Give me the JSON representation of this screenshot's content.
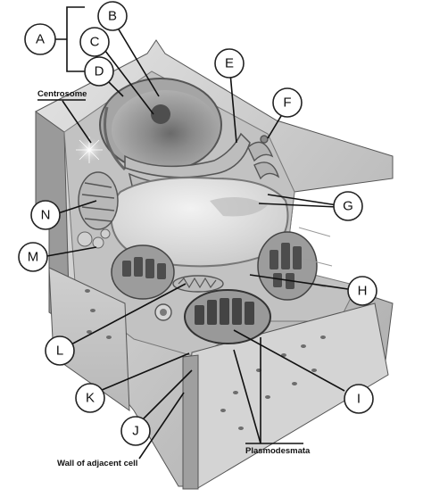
{
  "callouts": [
    "A",
    "B",
    "C",
    "D",
    "E",
    "F",
    "G",
    "H",
    "I",
    "J",
    "K",
    "L",
    "M",
    "N"
  ],
  "labels": {
    "centrosome": "Centrosome",
    "plasmodesmata": "Plasmodesmata",
    "wall_adjacent": "Wall of adjacent cell"
  },
  "colors": {
    "wall_light": "#d6d6d6",
    "wall_mid": "#a8a8a8",
    "wall_dark": "#7d7d7d",
    "cytoplasm": "#c4c4c4",
    "nucleus": "#8e8e8e",
    "vacuole": "#e2e2e2",
    "chloroplast": "#5a5a5a"
  }
}
